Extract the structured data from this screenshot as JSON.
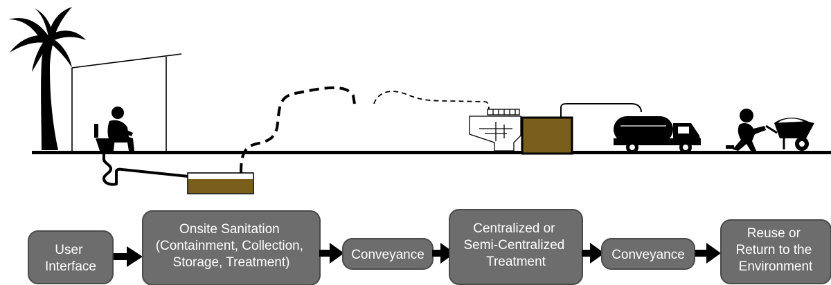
{
  "colors": {
    "box_fill": "#6d6d6d",
    "box_stroke": "#4a4a4a",
    "box_text": "#ffffff",
    "sludge": "#7a5e1c",
    "ink": "#000000"
  },
  "icons": [
    "palm-tree-icon",
    "person-on-toilet-icon",
    "truck-icon",
    "person-with-wheelbarrow-icon",
    "treatment-tank-icon",
    "storage-tank-icon"
  ],
  "flow": {
    "user_interface": [
      "User",
      "Interface"
    ],
    "onsite_sanitation": [
      "Onsite Sanitation",
      "(Containment, Collection,",
      "Storage, Treatment)"
    ],
    "conveyance_1": [
      "Conveyance"
    ],
    "centralized_treatment": [
      "Centralized or",
      "Semi-Centralized",
      "Treatment"
    ],
    "conveyance_2": [
      "Conveyance"
    ],
    "reuse": [
      "Reuse or",
      "Return to the",
      "Environment"
    ]
  }
}
